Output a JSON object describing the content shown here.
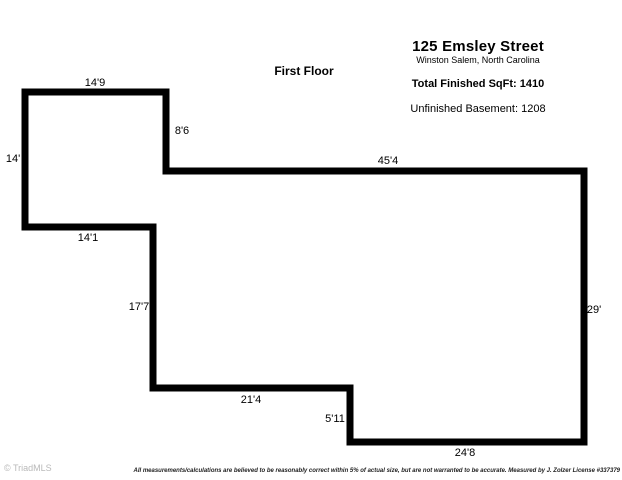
{
  "header": {
    "address": "125 Emsley Street",
    "city_state": "Winston Salem, North Carolina",
    "total_sqft": "Total Finished SqFt: 1410",
    "basement": "Unfinished Basement: 1208"
  },
  "plan": {
    "floor_label": "First Floor",
    "wall_color": "#000000",
    "measurements": [
      {
        "wall": "upper-room-top",
        "label": "14'9"
      },
      {
        "wall": "upper-room-right",
        "label": "8'6"
      },
      {
        "wall": "upper-room-left",
        "label": "14'"
      },
      {
        "wall": "main-top",
        "label": "45'4"
      },
      {
        "wall": "left-room-bottom",
        "label": "14'1"
      },
      {
        "wall": "middle-left",
        "label": "17'7"
      },
      {
        "wall": "right-side",
        "label": "29'"
      },
      {
        "wall": "lower-middle-bottom",
        "label": "21'4"
      },
      {
        "wall": "lower-step",
        "label": "5'11"
      },
      {
        "wall": "bottom",
        "label": "24'8"
      }
    ]
  },
  "footer": {
    "copyright": "© TriadMLS",
    "disclaimer": "All measurements/calculations are believed to be reasonably correct within 5% of actual size, but are not warranted to be accurate. Measured by J. Zolzer License #337379"
  }
}
